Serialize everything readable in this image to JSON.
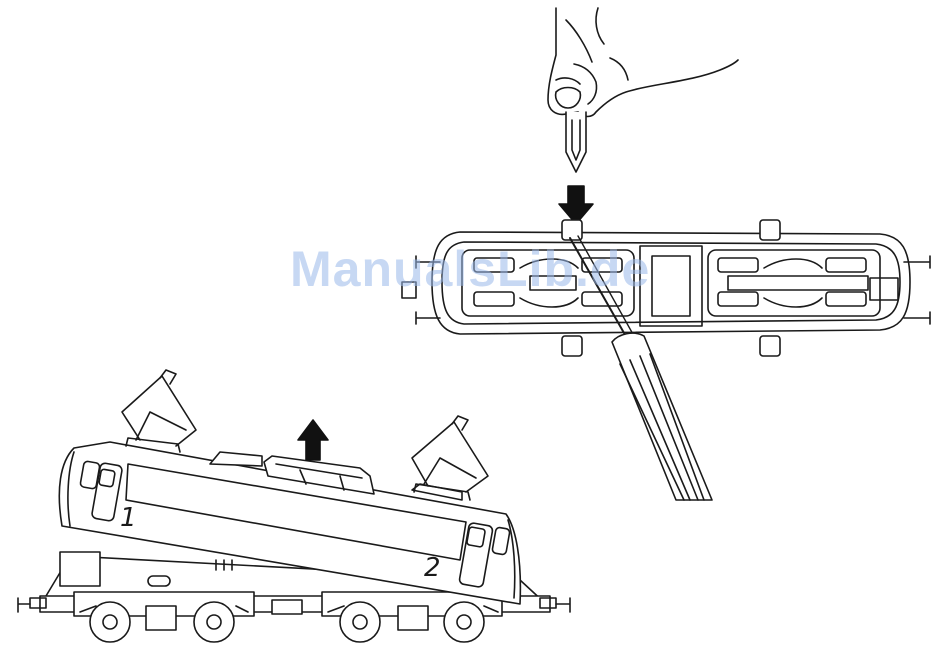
{
  "figure": {
    "callouts": {
      "one": "1",
      "two": "2"
    },
    "watermark_text": "ManualsLib.de",
    "colors": {
      "line": "#1a1a1a",
      "fill": "#ffffff",
      "arrow": "#111111",
      "watermark": "#9bb9ea"
    },
    "icons": {
      "hand": "hand-holding-screwdriver-icon",
      "arrow_down": "arrow-down-icon",
      "arrow_up": "arrow-up-icon"
    }
  }
}
